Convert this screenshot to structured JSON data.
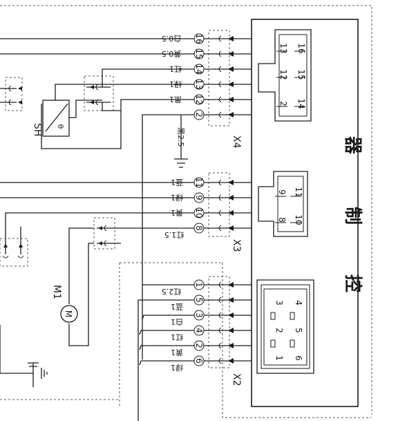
{
  "controller": {
    "title_chars": [
      "控",
      "制",
      "器"
    ]
  },
  "connectors": {
    "x4": {
      "label": "X4",
      "wires": [
        {
          "pin": "16",
          "color": "白0.5"
        },
        {
          "pin": "15",
          "color": "黄0.5"
        },
        {
          "pin": "14",
          "color": "红1"
        },
        {
          "pin": "13",
          "color": "绿1"
        },
        {
          "pin": "12",
          "color": "黑1"
        },
        {
          "pin": "2",
          "color": "黑2.5"
        }
      ],
      "socket_pins": [
        "13",
        "16",
        "12",
        "15",
        "2",
        "14"
      ]
    },
    "x3": {
      "label": "X3",
      "wires": [
        {
          "pin": "11",
          "color": "蓝1"
        },
        {
          "pin": "9",
          "color": "绿1"
        },
        {
          "pin": "10",
          "color": "黄1"
        },
        {
          "pin": "8",
          "color": "红1.5"
        }
      ],
      "socket_pins": [
        "9",
        "11",
        "8",
        "10"
      ]
    },
    "x2": {
      "label": "X2",
      "wires": [
        {
          "pin": "1",
          "color": "红2.5"
        },
        {
          "pin": "5",
          "color": "蓝1"
        },
        {
          "pin": "3",
          "color": "白1"
        },
        {
          "pin": "4",
          "color": "红1"
        },
        {
          "pin": "2",
          "color": "黄1"
        },
        {
          "pin": "6",
          "color": "绿1"
        }
      ],
      "socket_pins": [
        "3",
        "4",
        "2",
        "5",
        "1",
        "6"
      ]
    }
  },
  "components": {
    "sensor": {
      "label": "SH",
      "symbol": "θ"
    },
    "motor": {
      "label": "M1",
      "symbol": "M"
    }
  }
}
